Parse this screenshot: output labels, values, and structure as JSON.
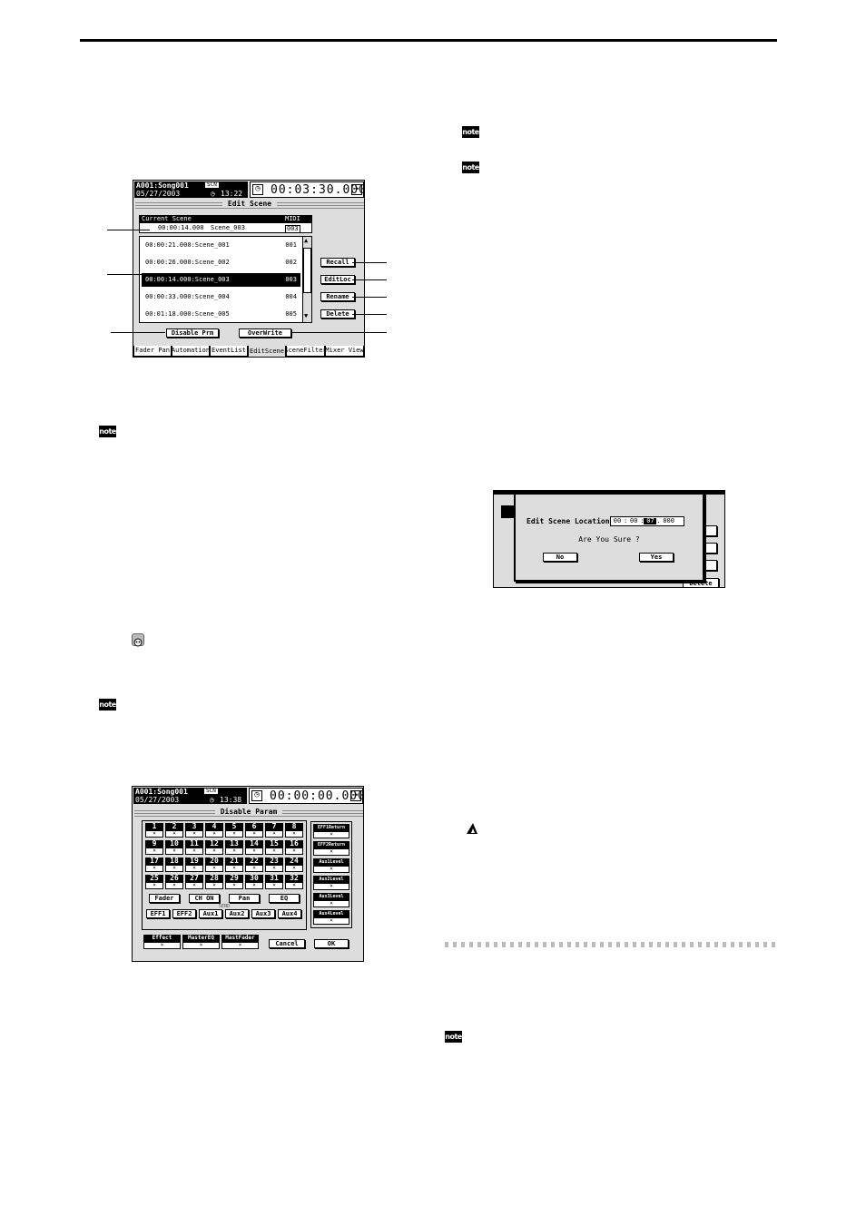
{
  "edit_scene_screen": {
    "song": "A001:Song001",
    "date": "05/27/2003",
    "badge": "SCN",
    "clock_time": "13:22",
    "counter": "00:03:30.000",
    "title": "Edit Scene",
    "current_scene_label": "Current Scene",
    "midi_label": "MIDI",
    "current_scene": {
      "time": "00:00:14.000",
      "name": "Scene_003",
      "midi": "003"
    },
    "rows": [
      {
        "time": "00:00:21.000",
        "name": ":Scene_001",
        "midi": "001"
      },
      {
        "time": "00:00:26.000",
        "name": ":Scene_002",
        "midi": "002"
      },
      {
        "time": "00:00:14.000",
        "name": ":Scene_003",
        "midi": "003"
      },
      {
        "time": "00:00:33.000",
        "name": ":Scene_004",
        "midi": "004"
      },
      {
        "time": "00:01:18.000",
        "name": ":Scene_005",
        "midi": "005"
      }
    ],
    "buttons": {
      "recall": "Recall",
      "edit_loc": "EditLoc",
      "rename": "Rename",
      "delete": "Delete",
      "disable_prm": "Disable Prm",
      "overwrite": "OverWrite"
    },
    "tabs": [
      "Fader Pan",
      "Automation",
      "EventList",
      "EditScene",
      "SceneFilter",
      "Mixer View"
    ]
  },
  "dialog": {
    "title": "Edit Scene Location:",
    "time_fields": [
      "00",
      "00",
      "07",
      "000"
    ],
    "question": "Are You Sure ?",
    "no": "No",
    "yes": "Yes",
    "fragment_delete": "Delete"
  },
  "disable_screen": {
    "song": "A001:Song001",
    "date": "05/27/2003",
    "badge": "SCN",
    "clock_time": "13:38",
    "counter": "00:00:00.000",
    "title": "Disable Param",
    "channels": [
      "1",
      "2",
      "3",
      "4",
      "5",
      "6",
      "7",
      "8",
      "9",
      "10",
      "11",
      "12",
      "13",
      "14",
      "15",
      "16",
      "17",
      "18",
      "19",
      "20",
      "21",
      "22",
      "23",
      "24",
      "25",
      "26",
      "27",
      "28",
      "29",
      "30",
      "31",
      "32"
    ],
    "mark": "×",
    "params": [
      "Fader",
      "CH ON",
      "Pan",
      "EQ"
    ],
    "sends": [
      "EFF1",
      "EFF2",
      "Aux1",
      "Aux2",
      "Aux3",
      "Aux4"
    ],
    "send_label": "SEND",
    "right": [
      "EFF1Return",
      "EFF2Return",
      "Aux1Level",
      "Aux2Level",
      "Aux3Level",
      "Aux4Level"
    ],
    "bottom": [
      "Effect",
      "MasterEQ",
      "MastFader"
    ],
    "cancel": "Cancel",
    "ok": "OK"
  },
  "note_label": "note"
}
